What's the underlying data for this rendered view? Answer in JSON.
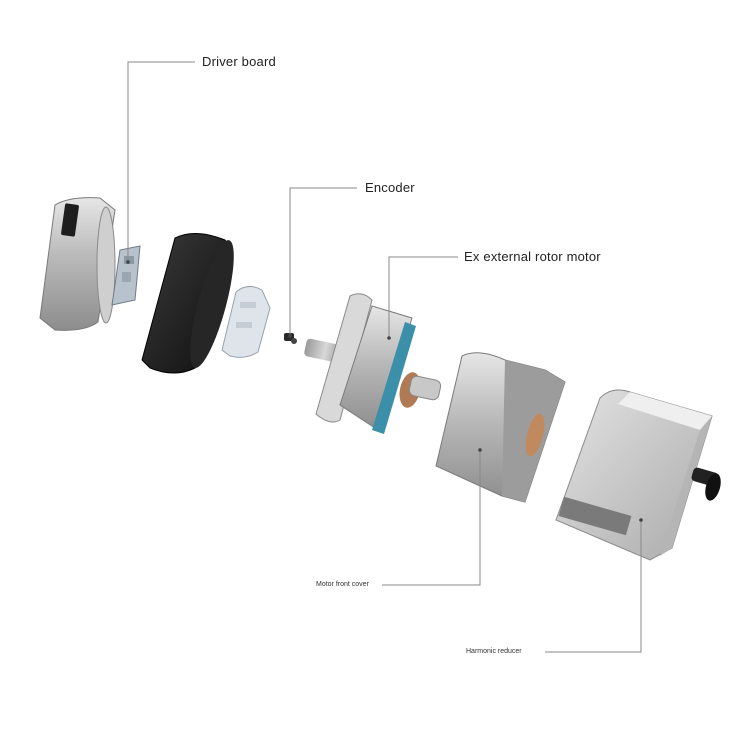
{
  "callouts": {
    "driver_board": "Driver board",
    "encoder": "Encoder",
    "motor": "Ex external rotor motor",
    "front_cover": "Motor front cover",
    "reducer": "Harmonic reducer"
  },
  "colors": {
    "leader_line": "#888888",
    "metal_light": "#d2d2d2",
    "metal_dark": "#8a8a8a",
    "black_part": "#1c1c1c",
    "accent_teal": "#3b8fa8",
    "accent_copper": "#b07a55"
  }
}
